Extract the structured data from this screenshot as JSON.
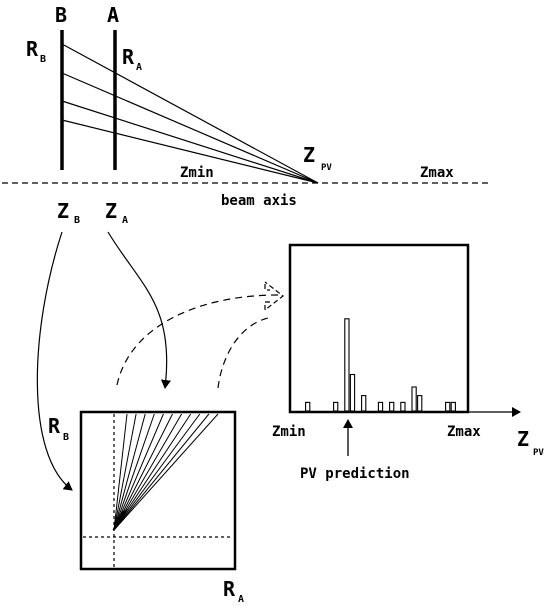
{
  "labels": {
    "plane_b": "B",
    "plane_a": "A",
    "r_b": "R",
    "r_b_sub": "B",
    "r_a": "R",
    "r_a_sub": "A",
    "z_pv": "Z",
    "z_pv_sub": "PV",
    "zmin": "Zmin",
    "zmax": "Zmax",
    "beam_axis": "beam axis",
    "z_b": "Z",
    "z_b_sub": "B",
    "z_a": "Z",
    "z_a_sub": "A",
    "matrix_rb": "R",
    "matrix_rb_sub": "B",
    "matrix_ra": "R",
    "matrix_ra_sub": "A",
    "hist_zmin": "Zmin",
    "hist_zmax": "Zmax",
    "hist_axis": "Z",
    "hist_axis_sub": "PV",
    "pv_prediction": "PV prediction"
  },
  "histogram": {
    "bin_heights": [
      0,
      0.9,
      0,
      0,
      0,
      0,
      0.9,
      0,
      9.6,
      3.8,
      0,
      1.6,
      0,
      0,
      0.9,
      0,
      0.9,
      0,
      0.9,
      0,
      2.5,
      1.6,
      0,
      0,
      0,
      0,
      0.9,
      0.9,
      0,
      0
    ]
  }
}
